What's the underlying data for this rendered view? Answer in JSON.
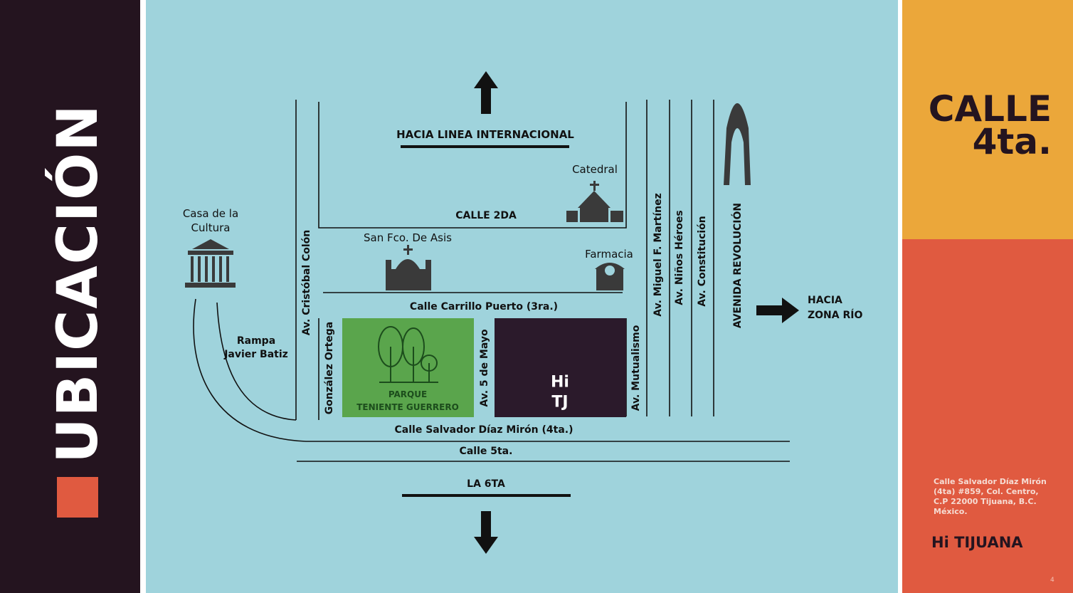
{
  "title": "UBICACIÓN",
  "colors": {
    "dark": "#24141f",
    "map": "#9fd3dc",
    "yellow": "#eba73a",
    "red": "#e05a40",
    "park": "#5aa54c"
  },
  "map": {
    "north": "HACIA LINEA INTERNACIONAL",
    "east_line1": "HACIA",
    "east_line2": "ZONA RÍO",
    "south": "LA 6TA",
    "streets": {
      "calle2": "CALLE 2DA",
      "carrillo": "Calle Carrillo Puerto (3ra.)",
      "salvador": "Calle Salvador Díaz Mirón (4ta.)",
      "calle5": "Calle 5ta.",
      "colon": "Av. Cristóbal Colón",
      "gonzalez": "González Ortega",
      "mayo": "Av. 5 de Mayo",
      "mutualismo": "Av. Mutualismo",
      "martinez": "Av. Miguel F. Martínez",
      "heroes": "Av. Niños Héroes",
      "constitucion": "Av. Constitución",
      "revolucion": "AVENIDA REVOLUCIÓN",
      "rampa1": "Rampa",
      "rampa2": "Javier Batiz"
    },
    "landmarks": {
      "casa1": "Casa de la",
      "casa2": "Cultura",
      "catedral": "Catedral",
      "sanfco": "San Fco. De Asis",
      "farmacia": "Farmacia",
      "park1": "PARQUE",
      "park2": "TENIENTE GUERRERO",
      "logo1": "Hi",
      "logo2": "TJ"
    }
  },
  "side": {
    "calle1": "CALLE",
    "calle2": "4ta.",
    "address": [
      "Calle Salvador Díaz Mirón",
      "(4ta) #859, Col. Centro,",
      "C.P 22000 Tijuana, B.C.",
      "México."
    ],
    "brand": "Hi TIJUANA",
    "page": "4"
  }
}
